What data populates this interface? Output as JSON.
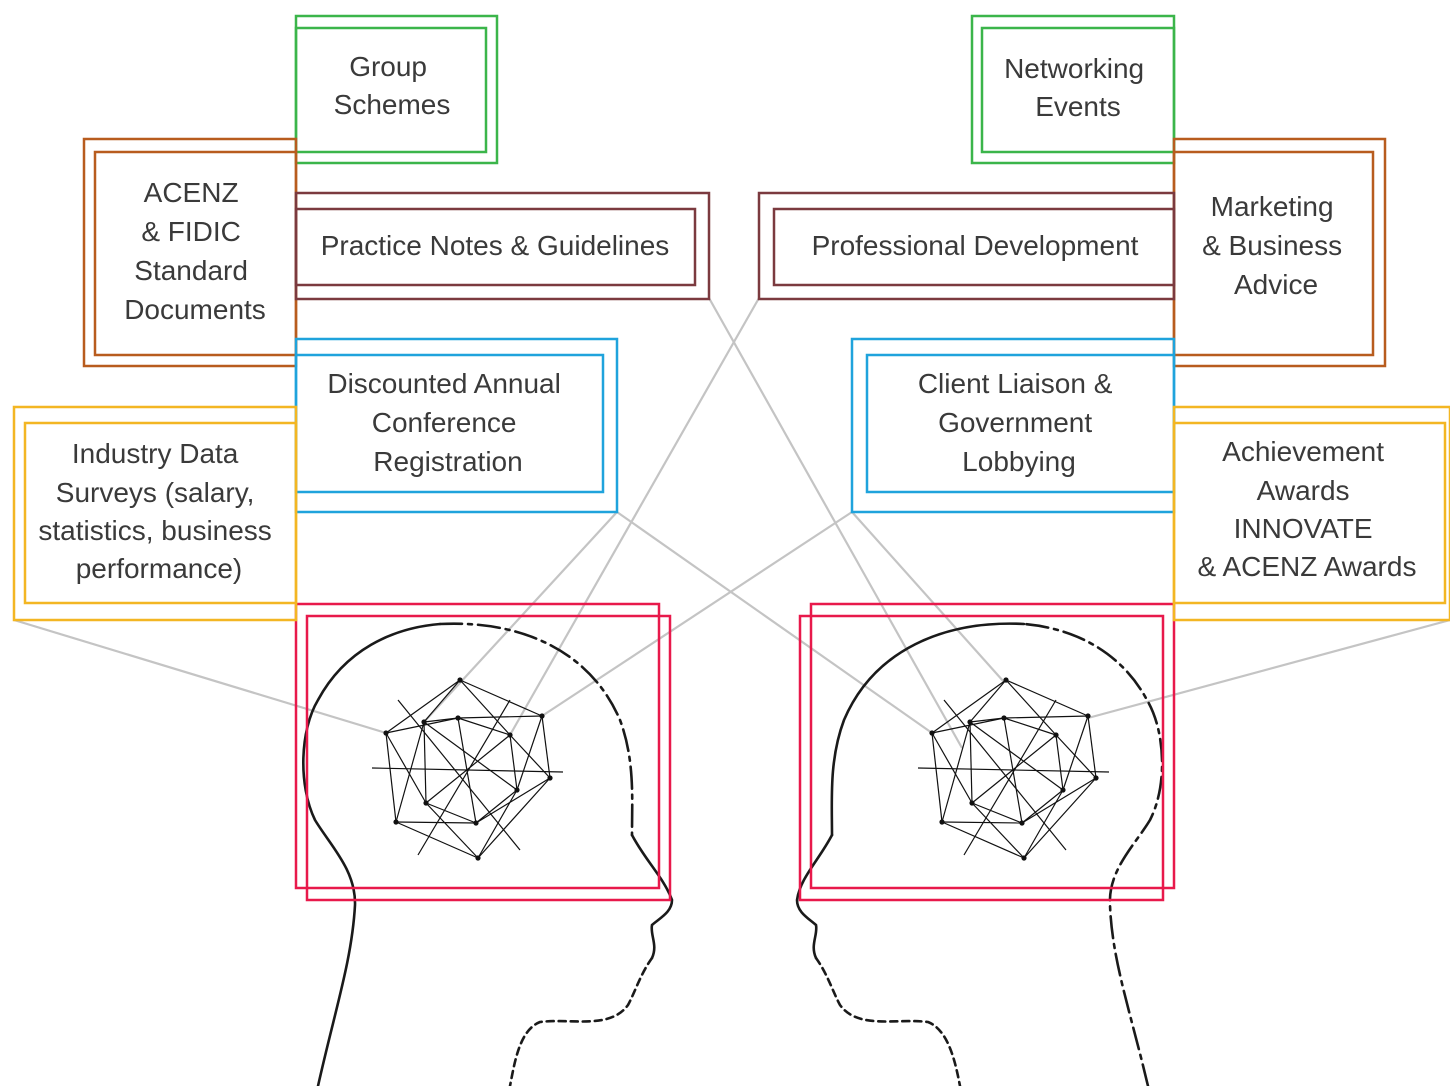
{
  "colors": {
    "green": "#3bb54a",
    "brown": "#b85c1e",
    "maroon": "#7b3a3f",
    "blue": "#1fa3dc",
    "yellow": "#f3b623",
    "red": "#e8194b",
    "connector": "#c4c4c4",
    "text": "#3a3a3a"
  },
  "boxes": {
    "group_schemes": {
      "lines": [
        "Group",
        "Schemes"
      ]
    },
    "acenz_fidic": {
      "lines": [
        "ACENZ",
        "& FIDIC",
        "Standard",
        "Documents"
      ]
    },
    "practice_notes": {
      "lines": [
        "Practice Notes & Guidelines"
      ]
    },
    "discounted_conference": {
      "lines": [
        "Discounted Annual",
        "Conference",
        "Registration"
      ]
    },
    "industry_data": {
      "lines": [
        "Industry Data",
        "Surveys (salary,",
        "statistics, business",
        "performance)"
      ]
    },
    "networking_events": {
      "lines": [
        "Networking",
        "Events"
      ]
    },
    "marketing_advice": {
      "lines": [
        "Marketing",
        "& Business",
        "Advice"
      ]
    },
    "professional_development": {
      "lines": [
        "Professional Development"
      ]
    },
    "client_liaison": {
      "lines": [
        "Client Liaison &",
        "Government",
        "Lobbying"
      ]
    },
    "achievement_awards": {
      "lines": [
        "Achievement",
        "Awards",
        "INNOVATE",
        "& ACENZ Awards"
      ]
    }
  }
}
